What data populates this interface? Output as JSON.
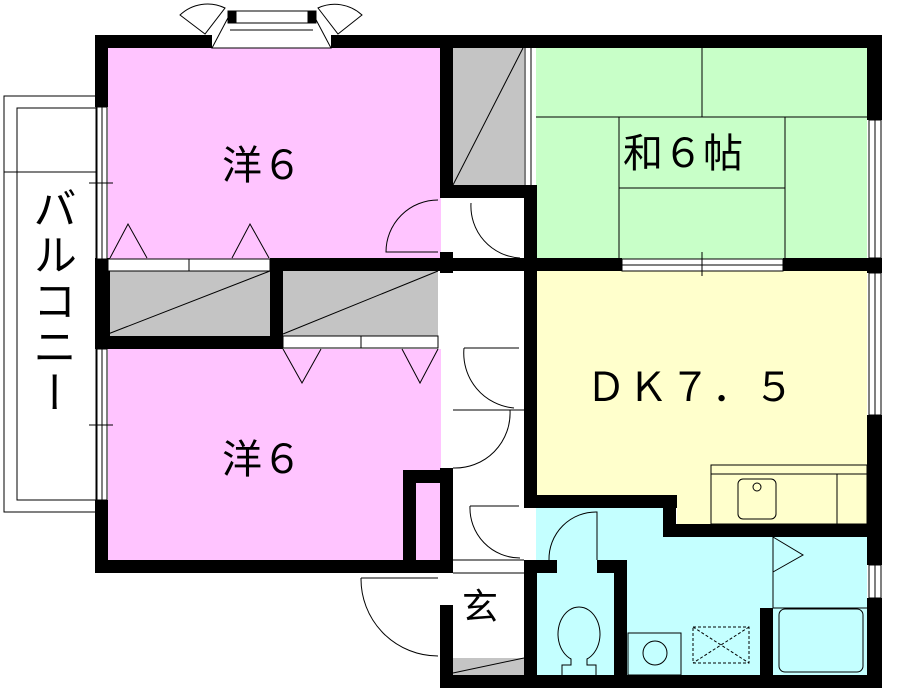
{
  "floorplan": {
    "colors": {
      "western_room": "#ffc4ff",
      "japanese_room": "#c8ffc8",
      "dining_kitchen": "#ffffcc",
      "wet_area": "#c4ffff",
      "closet": "#c4c4c4",
      "wall": "#000000",
      "background": "#ffffff"
    },
    "rooms": [
      {
        "id": "western-room-1",
        "label": "洋６"
      },
      {
        "id": "western-room-2",
        "label": "洋６"
      },
      {
        "id": "japanese-room",
        "label": "和６帖"
      },
      {
        "id": "dining-kitchen",
        "label": "ＤＫ７．５"
      },
      {
        "id": "entrance",
        "label": "玄"
      },
      {
        "id": "balcony",
        "label": "バルコニー"
      }
    ]
  }
}
